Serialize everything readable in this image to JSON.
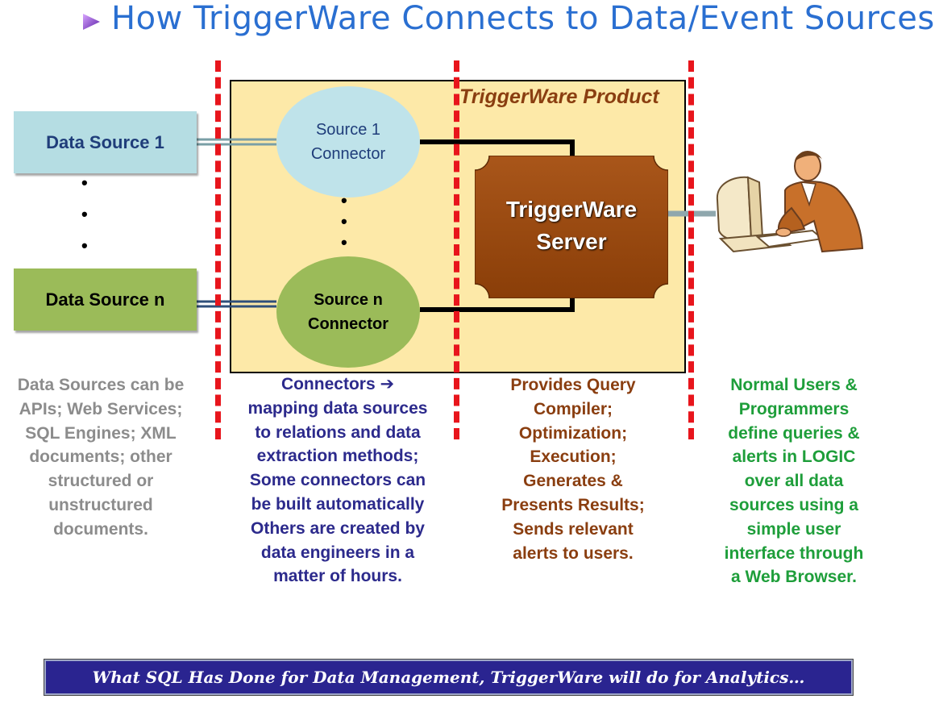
{
  "title": "How TriggerWare Connects to Data/Event Sources",
  "product_label": "TriggerWare Product",
  "data_sources": {
    "first": "Data Source 1",
    "last": "Data Source n",
    "ellipsis": [
      "•",
      "•",
      "•"
    ]
  },
  "connectors": {
    "first_line1": "Source 1",
    "first_line2": "Connector",
    "last_line1": "Source n",
    "last_line2": "Connector",
    "ellipsis": [
      "•",
      "•",
      "•"
    ]
  },
  "server": {
    "line1": "TriggerWare",
    "line2": "Server"
  },
  "descriptions": {
    "sources": [
      "Data Sources can be",
      "APIs; Web Services;",
      "SQL Engines; XML",
      "documents; other",
      "structured or",
      "unstructured",
      "documents."
    ],
    "connectors": [
      "Connectors ➔",
      "mapping data sources",
      "to relations and data",
      "extraction methods;",
      "Some connectors can",
      "be built automatically",
      "Others are created by",
      "data engineers in a",
      "matter of hours."
    ],
    "server": [
      "Provides Query",
      "Compiler;",
      "Optimization;",
      "Execution;",
      "Generates &",
      "Presents Results;",
      "Sends relevant",
      "alerts to users."
    ],
    "users": [
      "Normal Users &",
      "Programmers",
      "define queries &",
      "alerts in LOGIC",
      "over all data",
      "sources using a",
      "simple user",
      "interface through",
      "a Web Browser."
    ]
  },
  "banner": "What SQL Has Done for Data Management, TriggerWare will do for Analytics…",
  "colors": {
    "title": "#2a6fd1",
    "separator": "#e8151c",
    "product_fill": "#fde9a8",
    "server_fill": "#9c4a0c",
    "banner_fill": "#2a2490"
  },
  "icons": {
    "title_bullet": "triangle-bullet-icon",
    "user": "computer-user-icon"
  }
}
